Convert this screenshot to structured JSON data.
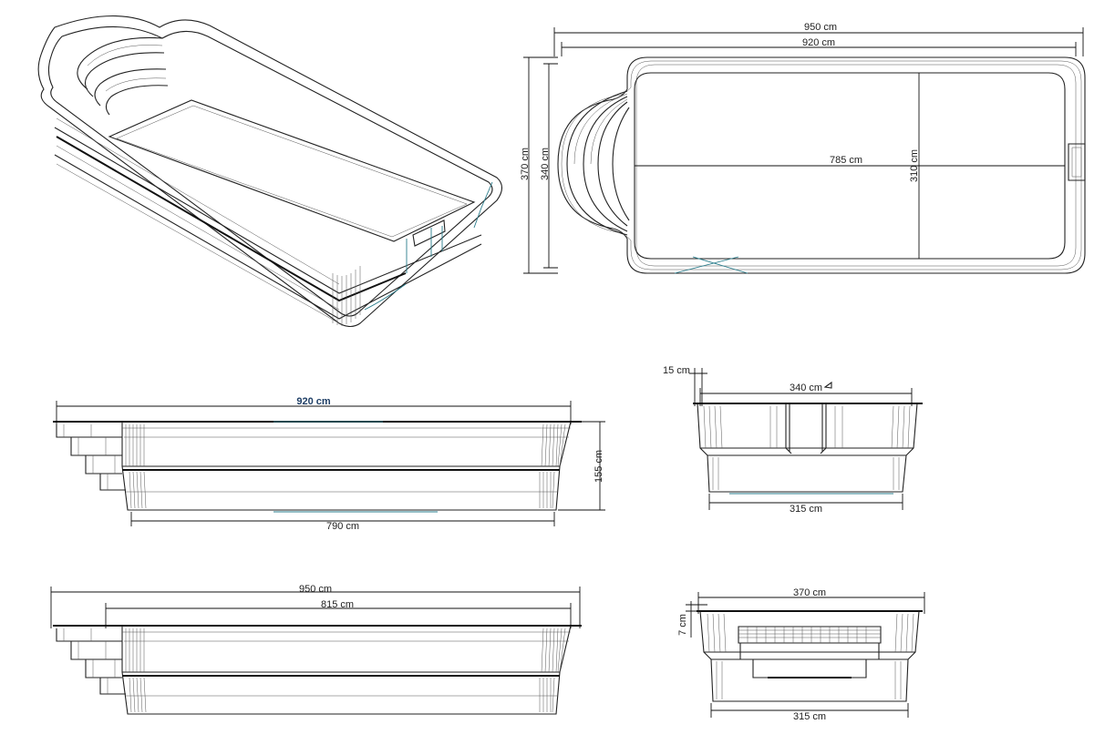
{
  "dimensions": {
    "top_overall_length": "950 cm",
    "top_inner_length": "920 cm",
    "top_overall_width": "370 cm",
    "top_inner_width": "340 cm",
    "top_floor_length": "785 cm",
    "top_floor_width": "310 cm",
    "side_top_length": "920 cm",
    "side_bottom_length": "790 cm",
    "side_depth": "155 cm",
    "end_rim": "15 cm",
    "end_top_width": "340 cm",
    "end_bottom_width": "315 cm",
    "side2_overall_length": "950 cm",
    "side2_inner_length": "815 cm",
    "end2_top_width": "370 cm",
    "end2_step": "7 cm",
    "end2_bottom_width": "315 cm"
  },
  "colors": {
    "line": "#222222",
    "accent": "#2a7d8c",
    "label_bold": "#1f3f66"
  }
}
